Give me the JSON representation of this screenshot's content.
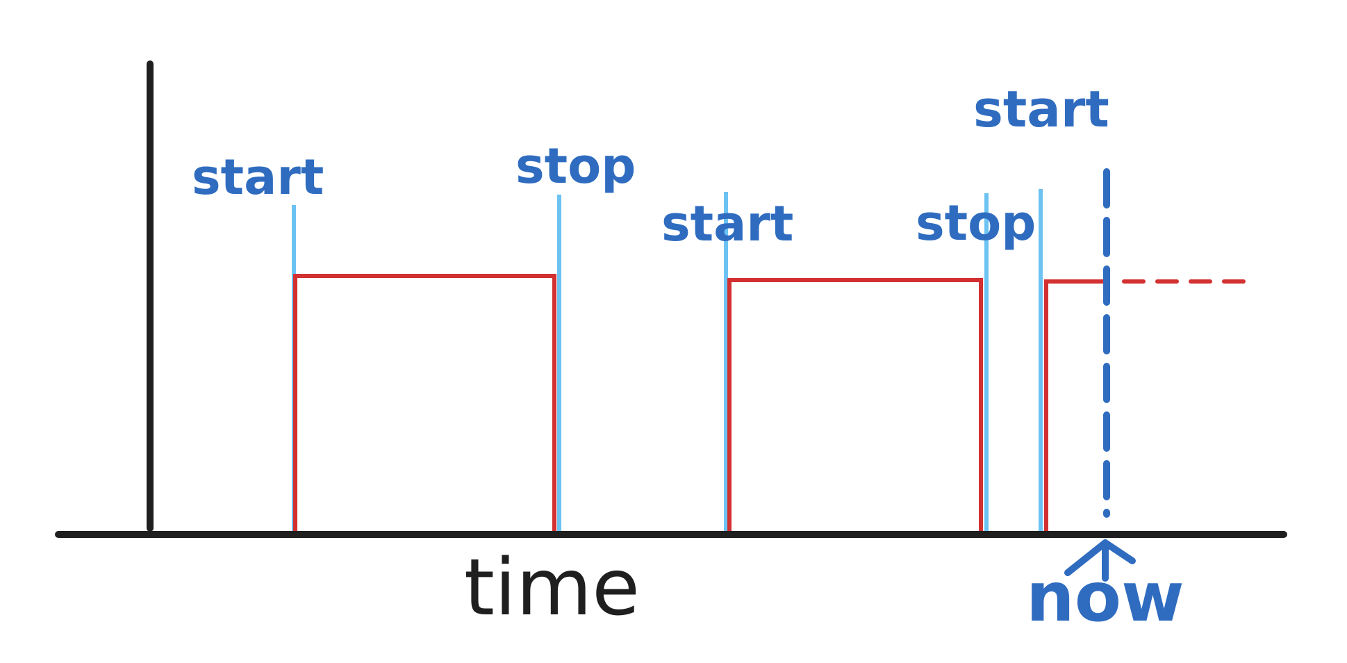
{
  "labels": {
    "time": "time",
    "now": "now",
    "events": [
      "start",
      "stop",
      "start",
      "stop",
      "start"
    ]
  },
  "colors": {
    "axis": "#1f1f1f",
    "marker": "#6cc3f2",
    "signal": "#d33131",
    "annotation": "#2f6cc0"
  }
}
